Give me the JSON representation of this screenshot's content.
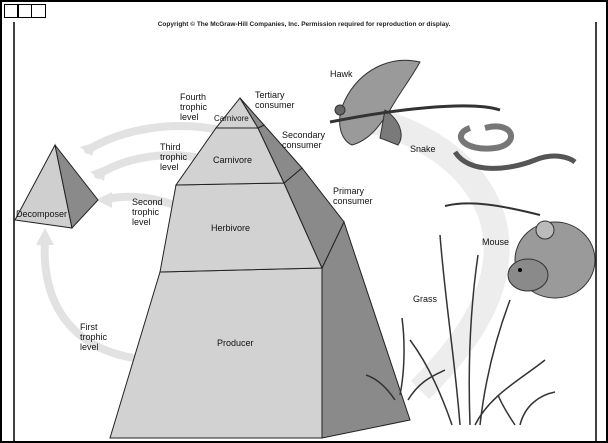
{
  "copyright": "Copyright © The McGraw-Hill Companies, Inc. Permission required for reproduction or display.",
  "pyramid_layers": {
    "carnivore_top": "Carnivore",
    "carnivore": "Carnivore",
    "herbivore": "Herbivore",
    "producer": "Producer"
  },
  "decomposer": "Decomposer",
  "trophic_levels": {
    "fourth": [
      "Fourth",
      "trophic",
      "level"
    ],
    "third": [
      "Third",
      "trophic",
      "level"
    ],
    "second": [
      "Second",
      "trophic",
      "level"
    ],
    "first": [
      "First",
      "trophic",
      "level"
    ]
  },
  "consumers": {
    "tertiary": [
      "Tertiary",
      "consumer"
    ],
    "secondary": [
      "Secondary",
      "consumer"
    ],
    "primary": [
      "Primary",
      "consumer"
    ]
  },
  "organisms": {
    "hawk": "Hawk",
    "snake": "Snake",
    "mouse": "Mouse",
    "grass": "Grass"
  },
  "colors": {
    "frame": "#000000",
    "pyramid_front": "#d0d0d0",
    "pyramid_side": "#8a8a8a",
    "arrow": "#e0e0e0"
  }
}
